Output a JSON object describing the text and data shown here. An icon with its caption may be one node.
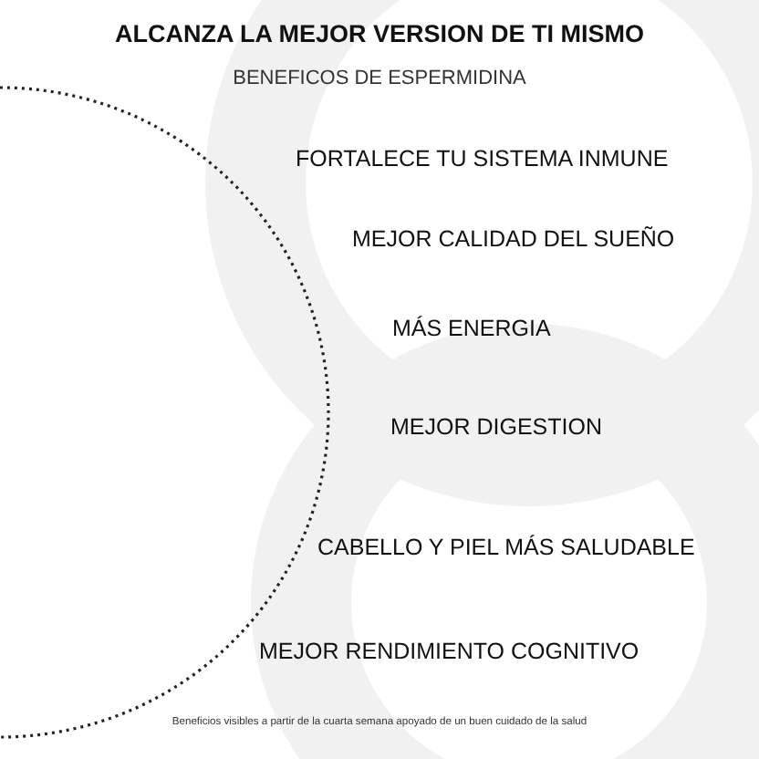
{
  "diagram": {
    "title": "ALCANZA LA MEJOR VERSION DE TI MISMO",
    "labels": [
      "BENEFICOS DE ESPERMIDINA",
      "FORTALECE TU SISTEMA INMUNE",
      "MEJOR CALIDAD DEL SUEÑO",
      "MÁS ENERGIA",
      "MEJOR DIGESTION",
      "CABELLO Y PIEL MÁS SALUDABLE",
      "MEJOR RENDIMIENTO COGNITIVO"
    ],
    "caption": "Beneficios visibles a partir de la cuarta semana apoyado de un buen cuidado de la salud"
  }
}
